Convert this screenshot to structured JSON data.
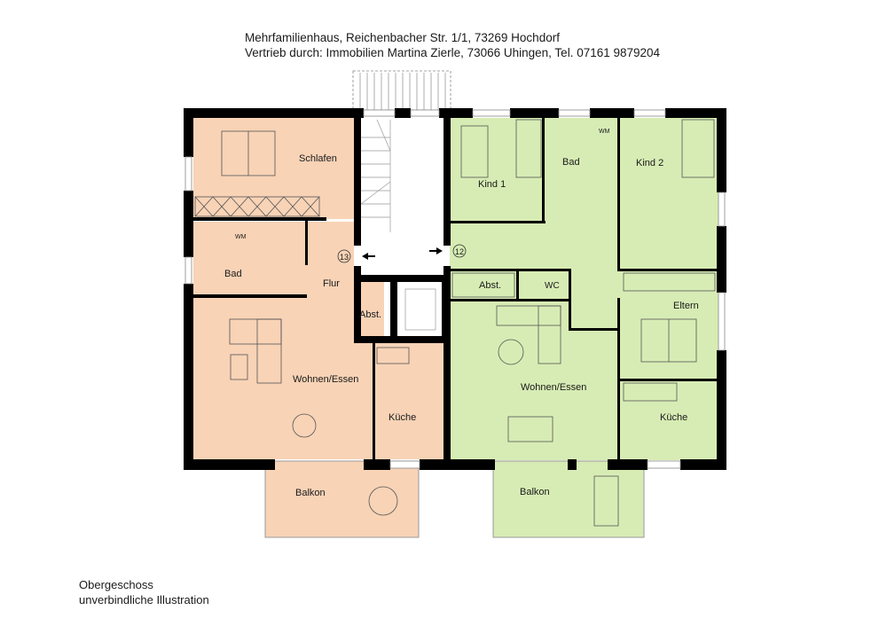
{
  "header": {
    "line1": "Mehrfamilienhaus, Reichenbacher Str. 1/1, 73269 Hochdorf",
    "line2": "Vertrieb durch: Immobilien Martina Zierle, 73066 Uhingen, Tel. 07161 9879204"
  },
  "footer": {
    "floor": "Obergeschoss",
    "disclaimer": "unverbindliche Illustration"
  },
  "colors": {
    "unit_13": "#f8d3b6",
    "unit_12": "#d7ecb4",
    "wall": "#000000",
    "stairwell": "#ffffff"
  },
  "units": [
    {
      "number": "13",
      "rooms": {
        "schlafen": "Schlafen",
        "bad": "Bad",
        "wm": "WM",
        "flur": "Flur",
        "abst": "Abst.",
        "wohnen": "Wohnen/Essen",
        "kueche": "Küche",
        "balkon": "Balkon"
      }
    },
    {
      "number": "12",
      "rooms": {
        "kind1": "Kind 1",
        "bad": "Bad",
        "wm": "WM",
        "kind2": "Kind 2",
        "abst": "Abst.",
        "wc": "WC",
        "eltern": "Eltern",
        "wohnen": "Wohnen/Essen",
        "kueche": "Küche",
        "balkon": "Balkon"
      }
    }
  ]
}
